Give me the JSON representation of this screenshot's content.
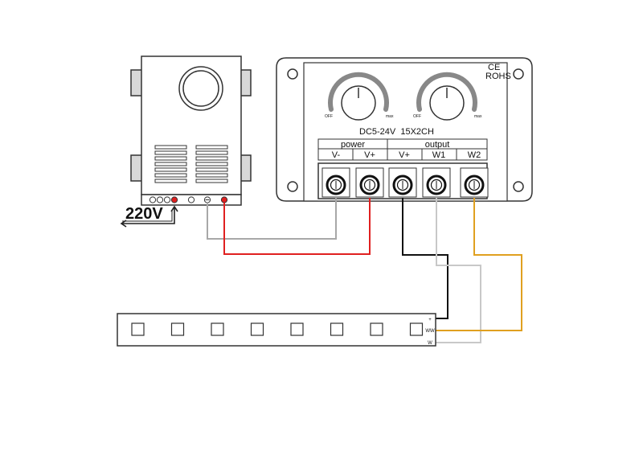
{
  "colors": {
    "gray_wire": "#a8a8a8",
    "red_wire": "#e02020",
    "black_wire": "#111111",
    "light_gray_wire": "#c8c8c8",
    "orange_wire": "#e0a020",
    "outline": "#333333",
    "panel_fill": "#ffffff"
  },
  "power_supply": {
    "input_label": "220V"
  },
  "controller": {
    "cert_ce": "CE",
    "cert_rohs": "ROHS",
    "knob_off": "OFF",
    "knob_max": "max",
    "model": "DC5-24V  15X2CH",
    "group_power": "power",
    "group_output": "output",
    "terminals": [
      "V-",
      "V+",
      "V+",
      "W1",
      "W2"
    ]
  },
  "strip": {
    "pins": [
      "+",
      "WW",
      "W"
    ],
    "led_count": 8
  }
}
